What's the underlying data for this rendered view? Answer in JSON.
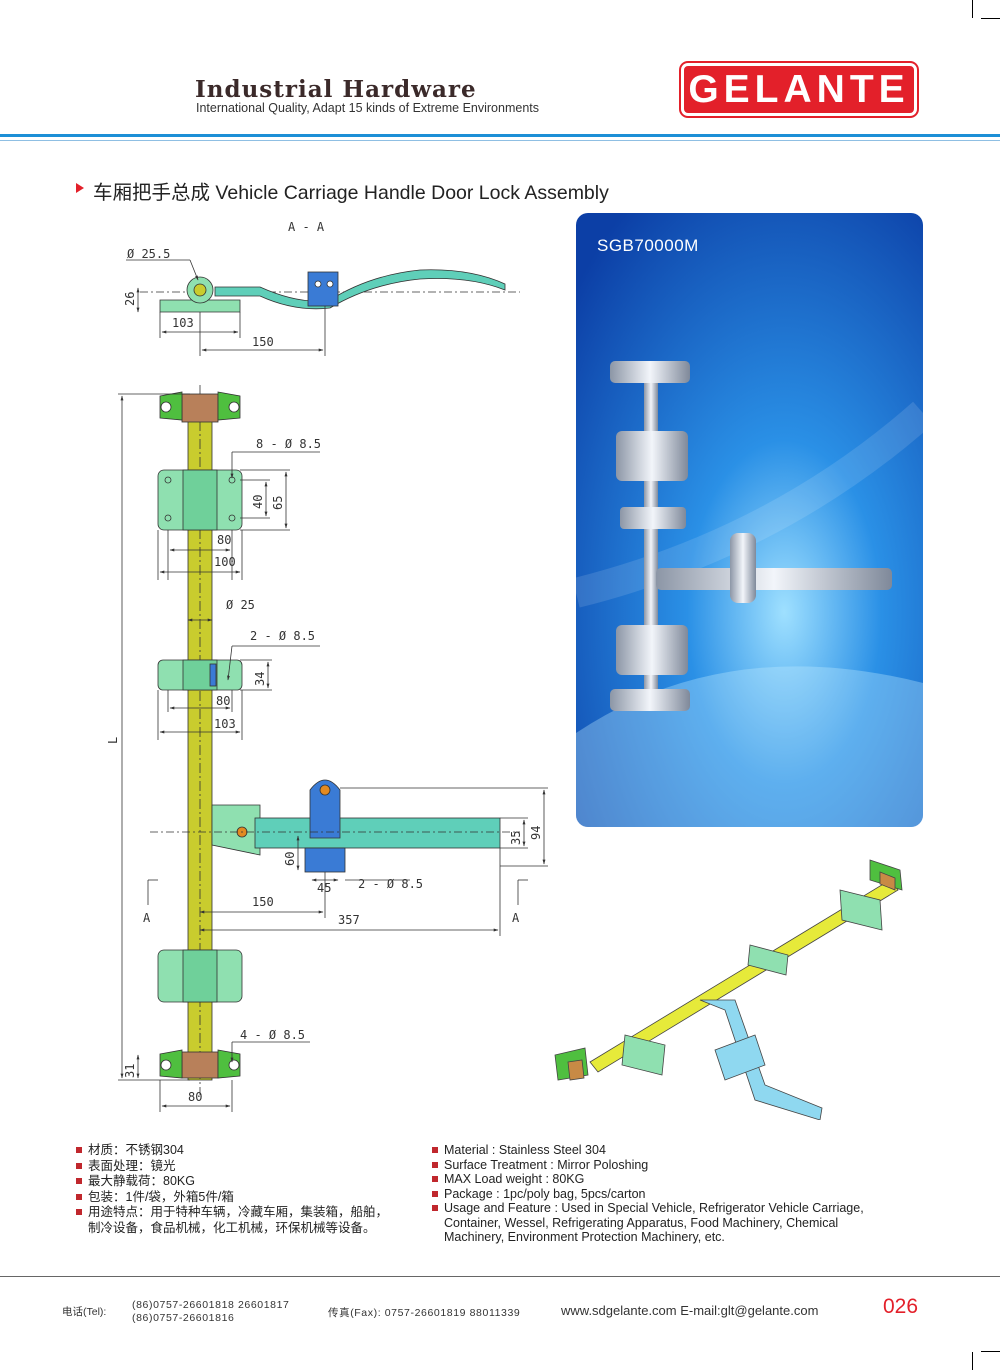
{
  "header": {
    "title": "Industrial Hardware",
    "subtitle": "International Quality, Adapt 15 kinds of Extreme Environments",
    "brand": "GELANTE"
  },
  "section": {
    "title": "车厢把手总成 Vehicle Carriage Handle Door Lock Assembly"
  },
  "product": {
    "model": "SGB70000M"
  },
  "drawing": {
    "section_label": "A - A",
    "dims": {
      "d255": "Ø 25.5",
      "h26": "26",
      "w103a": "103",
      "w150a": "150",
      "holes8": "8 - Ø 8.5",
      "h40": "40",
      "h65": "65",
      "w80a": "80",
      "w100": "100",
      "d25": "Ø 25",
      "holes2a": "2 - Ø 8.5",
      "h34": "34",
      "w80b": "80",
      "w103b": "103",
      "len": "L",
      "h35": "35",
      "h94": "94",
      "h60": "60",
      "w45": "45",
      "holes2b": "2 - Ø 8.5",
      "w150b": "150",
      "w357": "357",
      "secA1": "A",
      "secA2": "A",
      "holes4": "4 - Ø 8.5",
      "h31": "31",
      "w80c": "80"
    }
  },
  "specs_cn": [
    "材质：不锈钢304",
    "表面处理：镜光",
    "最大静载荷：80KG",
    "包装：1件/袋，外箱5件/箱",
    "用途特点：用于特种车辆，冷藏车厢，集装箱，船舶，",
    "制冷设备，食品机械，化工机械，环保机械等设备。"
  ],
  "specs_en": [
    "Material : Stainless Steel 304",
    "Surface Treatment : Mirror Poloshing",
    "MAX Load weight : 80KG",
    "Package : 1pc/poly bag,  5pcs/carton",
    "Usage and Feature : Used in Special Vehicle, Refrigerator Vehicle Carriage,",
    "Container, Wessel, Refrigerating Apparatus, Food Machinery, Chemical",
    "Machinery, Environment Protection Machinery, etc."
  ],
  "footer": {
    "tel_label": "电话(Tel):",
    "tel_line1": "(86)0757-26601818  26601817",
    "tel_line2": "(86)0757-26601816",
    "fax": "传真(Fax): 0757-26601819 88011339",
    "web": "www.sdgelante.com  E-mail:glt@gelante.com",
    "page": "026"
  },
  "colors": {
    "brand_red": "#e3202a",
    "rule_blue": "#1d8fd6",
    "rod_yellow": "#c9cc2e",
    "bracket_green": "#8fe0b0",
    "handle_teal": "#5fcfb9",
    "photo_blue": "#1a6fd0"
  }
}
